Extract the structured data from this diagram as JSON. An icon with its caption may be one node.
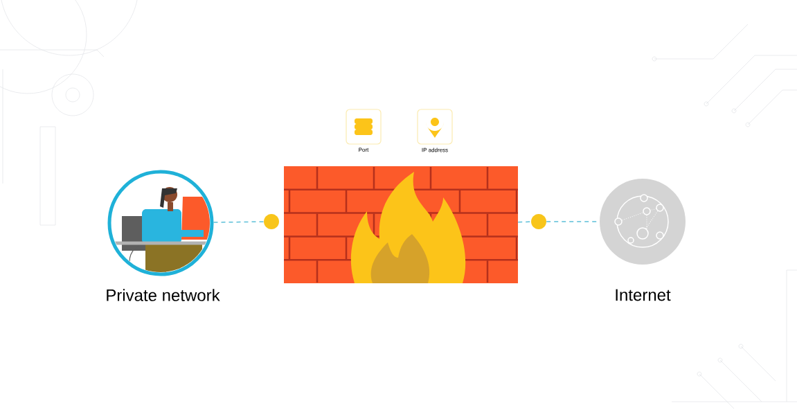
{
  "diagram": {
    "nodes": [
      {
        "text": [
          "Private network"
        ]
      },
      {
        "text": [],
        "shape": "circle"
      },
      {
        "text": [],
        "shape": "picture"
      },
      {
        "text": [],
        "shape": "circle"
      },
      {
        "text": [
          "Internet"
        ]
      },
      {
        "text": [
          "Port"
        ]
      },
      {
        "text": [
          "IP address"
        ]
      }
    ],
    "edges": [
      {
        "from": 0,
        "to": 1,
        "arrow": "none",
        "style": "dashed"
      },
      {
        "from": 2,
        "to": 3,
        "arrow": "none",
        "style": "dashed"
      },
      {
        "from": 3,
        "to": 4,
        "arrow": "none",
        "style": "dashed"
      }
    ]
  }
}
